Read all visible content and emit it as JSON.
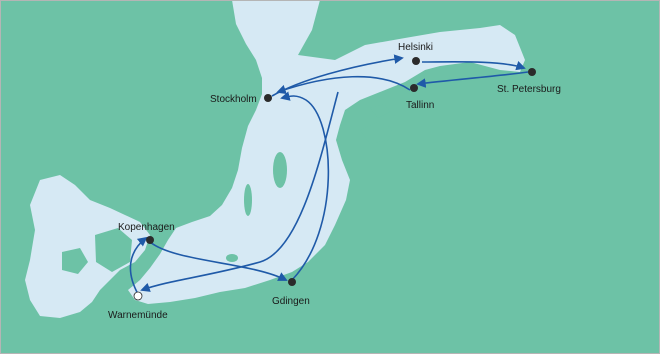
{
  "map": {
    "colors": {
      "land": "#6dc2a6",
      "water": "#d6e9f4",
      "route": "#1f5aa8",
      "port": "#2b2b2b",
      "start_port": "#ffffff",
      "border": "#b5b5b5"
    },
    "ports": [
      {
        "id": "helsinki",
        "label": "Helsinki",
        "start": false
      },
      {
        "id": "st-petersburg",
        "label": "St. Petersburg",
        "start": false
      },
      {
        "id": "stockholm",
        "label": "Stockholm",
        "start": false
      },
      {
        "id": "tallinn",
        "label": "Tallinn",
        "start": false
      },
      {
        "id": "kopenhagen",
        "label": "Kopenhagen",
        "start": false
      },
      {
        "id": "gdingen",
        "label": "Gdingen",
        "start": false
      },
      {
        "id": "warnemuende",
        "label": "Warnemünde",
        "start": true
      }
    ],
    "route_sequence": [
      "warnemuende",
      "kopenhagen",
      "gdingen",
      "stockholm",
      "helsinki",
      "st-petersburg",
      "tallinn",
      "stockholm",
      "warnemuende"
    ]
  }
}
